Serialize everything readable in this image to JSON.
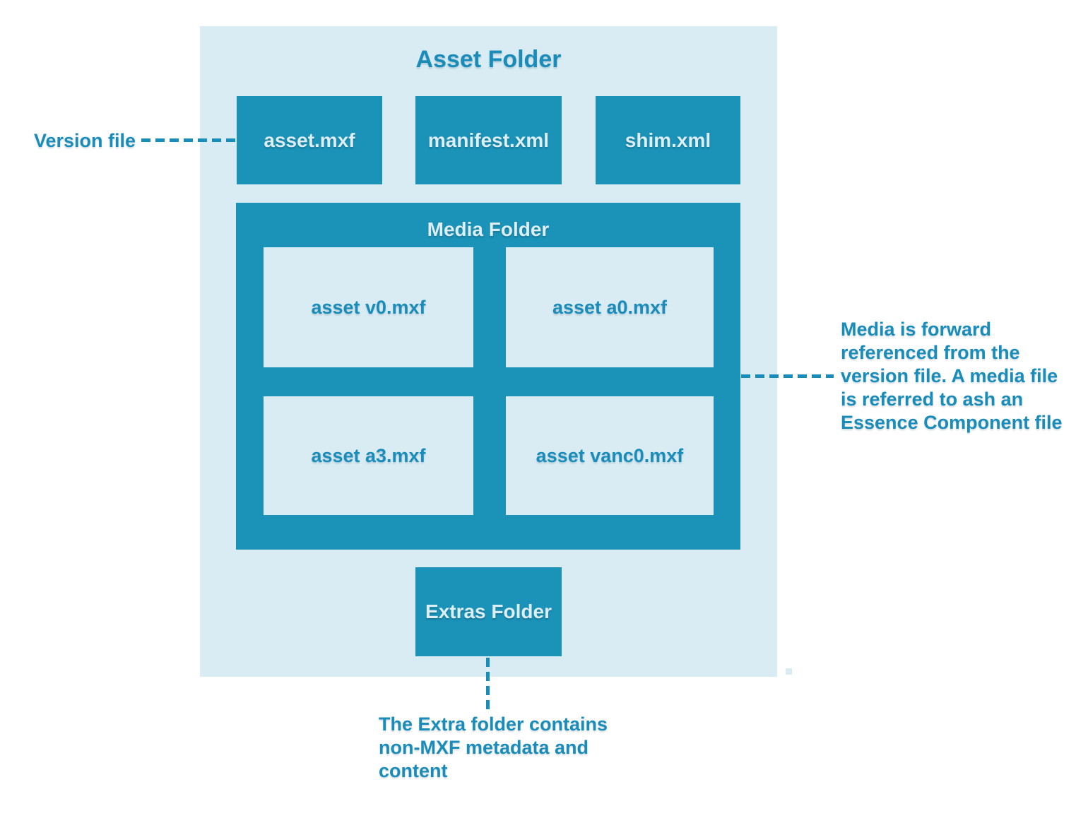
{
  "colors": {
    "teal": "#1b93b8",
    "text_teal": "#1a8cba",
    "light": "#d9ecf4",
    "box_label": "#dceef6"
  },
  "asset_folder": {
    "title": "Asset Folder",
    "files": [
      {
        "label": "asset.mxf"
      },
      {
        "label": "manifest.xml"
      },
      {
        "label": "shim.xml"
      }
    ],
    "media_folder": {
      "title": "Media Folder",
      "files": [
        {
          "label": "asset v0.mxf"
        },
        {
          "label": "asset a0.mxf"
        },
        {
          "label": "asset a3.mxf"
        },
        {
          "label": "asset vanc0.mxf"
        }
      ]
    },
    "extras_folder": {
      "title": "Extras Folder"
    }
  },
  "annotations": {
    "version_file": "Version file",
    "media_note": "Media is forward\nreferenced from the\nversion file. A media file\nis referred to ash an\nEssence Component file",
    "extras_note": "The Extra folder contains\nnon-MXF metadata and\ncontent"
  }
}
